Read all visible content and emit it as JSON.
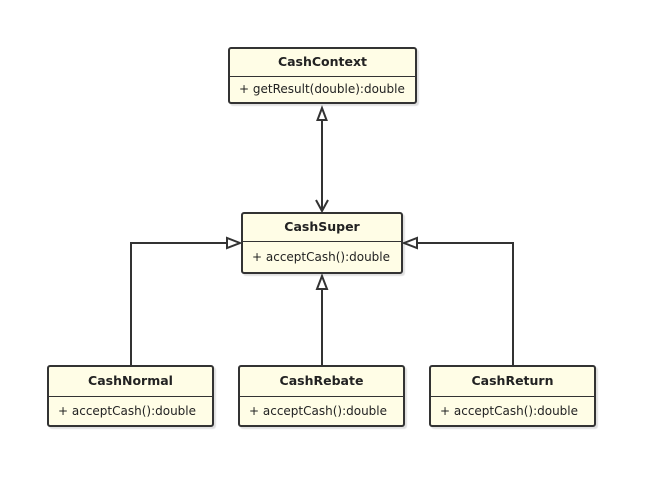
{
  "diagram": {
    "type": "uml-class-diagram",
    "line_color": "#333333",
    "box_fill": "#fffde6",
    "classes": {
      "context": {
        "name": "CashContext",
        "methods": [
          "+ getResult(double):double"
        ]
      },
      "super": {
        "name": "CashSuper",
        "methods": [
          "+ acceptCash():double"
        ]
      },
      "normal": {
        "name": "CashNormal",
        "methods": [
          "+ acceptCash():double"
        ]
      },
      "rebate": {
        "name": "CashRebate",
        "methods": [
          "+ acceptCash():double"
        ]
      },
      "return": {
        "name": "CashReturn",
        "methods": [
          "+ acceptCash():double"
        ]
      }
    },
    "relations": [
      {
        "from": "CashContext",
        "to": "CashSuper",
        "kind": "navigable-association"
      },
      {
        "from": "CashNormal",
        "to": "CashSuper",
        "kind": "generalization"
      },
      {
        "from": "CashRebate",
        "to": "CashSuper",
        "kind": "generalization"
      },
      {
        "from": "CashReturn",
        "to": "CashSuper",
        "kind": "generalization"
      }
    ]
  }
}
